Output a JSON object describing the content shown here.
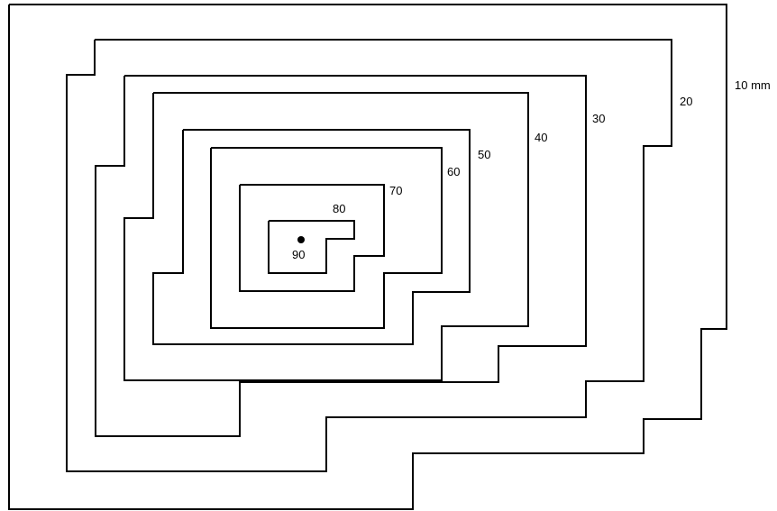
{
  "diagram": {
    "contours": [
      {
        "value": 10,
        "label": "10 mm"
      },
      {
        "value": 20,
        "label": "20"
      },
      {
        "value": 30,
        "label": "30"
      },
      {
        "value": 40,
        "label": "40"
      },
      {
        "value": 50,
        "label": "50"
      },
      {
        "value": 60,
        "label": "60"
      },
      {
        "value": 70,
        "label": "70"
      },
      {
        "value": 80,
        "label": "80"
      }
    ],
    "peak": {
      "value": 90,
      "label": "90"
    },
    "colors": {
      "line": "#000000",
      "background": "#ffffff"
    }
  }
}
